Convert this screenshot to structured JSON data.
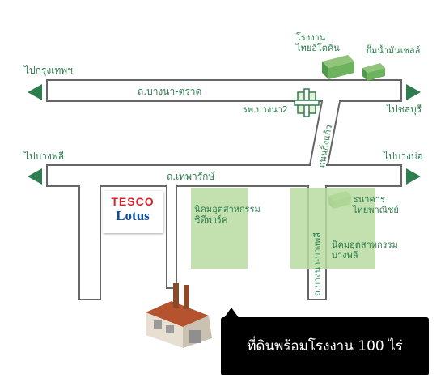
{
  "roads": {
    "bangna_trat": "ถ.บางนา-ตราด",
    "theparak": "ถ.เทพารักษ์",
    "kingkaew": "ถนนกิ่งแก้ว",
    "bangna_bangphli": "ถ.บางนา-บางพลี"
  },
  "directions": {
    "to_bangkok": "ไปกรุงเทพฯ",
    "to_chonburi": "ไปชลบุรี",
    "to_bangphli": "ไปบางพลี",
    "to_bangbo": "ไปบางบ่อ"
  },
  "landmarks": {
    "hospital": "รพ.บางนา2",
    "factory_a": "โรงงาน\nไทยอีโตคิน",
    "factory_b": "ปั๊มน้ำมันเชลล์",
    "bank": "ธนาคาร\nไทยพาณิชย์",
    "estate_1": "นิคมอุตสาหกรรม\nชิตีพาร์ค",
    "estate_2": "นิคมอุตสาหกรรม\nบางพลี"
  },
  "logo": {
    "top": "TESCO",
    "bottom": "Lotus"
  },
  "callout": {
    "text": "ที่ดินพร้อมโรงงาน 100 ไร่"
  },
  "colors": {
    "accent": "#2e7d4f",
    "zone": "#b9dca0",
    "road_outline": "#666666"
  }
}
